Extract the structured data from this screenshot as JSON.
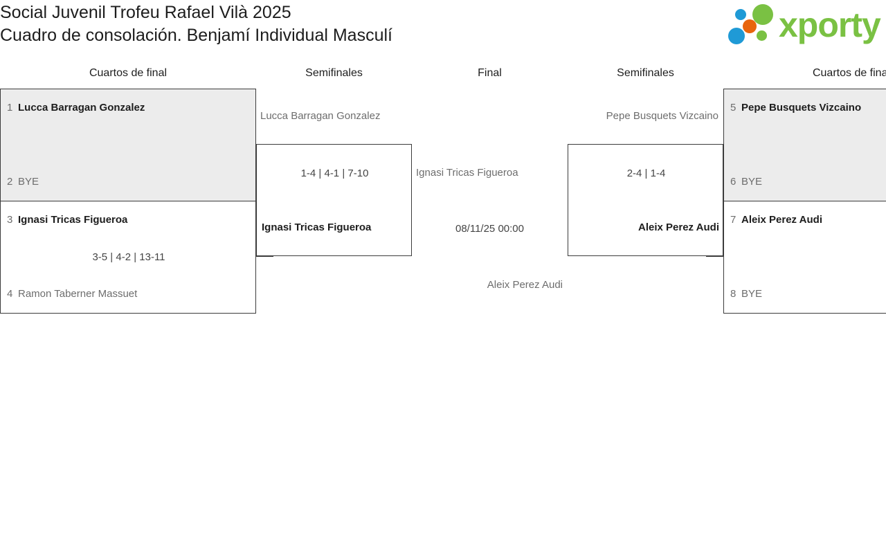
{
  "header": {
    "title_line1": "Social Juvenil Trofeu Rafael Vilà 2025",
    "title_line2": "Cuadro de consolación. Benjamí Individual Masculí",
    "logo_word": "xporty",
    "logo_colors": {
      "blue": "#1f9ad6",
      "orange": "#e8650d",
      "green": "#7ac143"
    }
  },
  "round_headers": [
    {
      "label": "Cuartos de final"
    },
    {
      "label": "Semifinales"
    },
    {
      "label": "Final"
    },
    {
      "label": "Semifinales"
    },
    {
      "label": "Cuartos de final"
    }
  ],
  "bracket": {
    "left_quarterfinals": [
      {
        "top": {
          "seed": "1",
          "name": "Lucca Barragan Gonzalez",
          "winner": true
        },
        "bottom": {
          "seed": "2",
          "name": "BYE",
          "winner": false
        },
        "score": ""
      },
      {
        "top": {
          "seed": "3",
          "name": "Ignasi Tricas Figueroa",
          "winner": true
        },
        "bottom": {
          "seed": "4",
          "name": "Ramon Taberner Massuet",
          "winner": false
        },
        "score": "3-5 | 4-2 | 13-11"
      }
    ],
    "left_semifinal": {
      "top": {
        "name": "Lucca Barragan Gonzalez",
        "winner": false
      },
      "bottom": {
        "name": "Ignasi Tricas Figueroa",
        "winner": true
      },
      "score": "1-4 | 4-1 | 7-10"
    },
    "final": {
      "top": {
        "name": "Ignasi Tricas Figueroa",
        "winner": false
      },
      "bottom": {
        "name": "Aleix Perez Audi",
        "winner": false
      },
      "score": "08/11/25 00:00"
    },
    "right_semifinal": {
      "top": {
        "name": "Pepe Busquets Vizcaino",
        "winner": false
      },
      "bottom": {
        "name": "Aleix Perez Audi",
        "winner": true
      },
      "score": "2-4 | 1-4"
    },
    "right_quarterfinals": [
      {
        "top": {
          "seed": "5",
          "name": "Pepe Busquets Vizcaino",
          "winner": true
        },
        "bottom": {
          "seed": "6",
          "name": "BYE",
          "winner": false
        },
        "score": ""
      },
      {
        "top": {
          "seed": "7",
          "name": "Aleix Perez Audi",
          "winner": true
        },
        "bottom": {
          "seed": "8",
          "name": "BYE",
          "winner": false
        },
        "score": ""
      }
    ]
  }
}
